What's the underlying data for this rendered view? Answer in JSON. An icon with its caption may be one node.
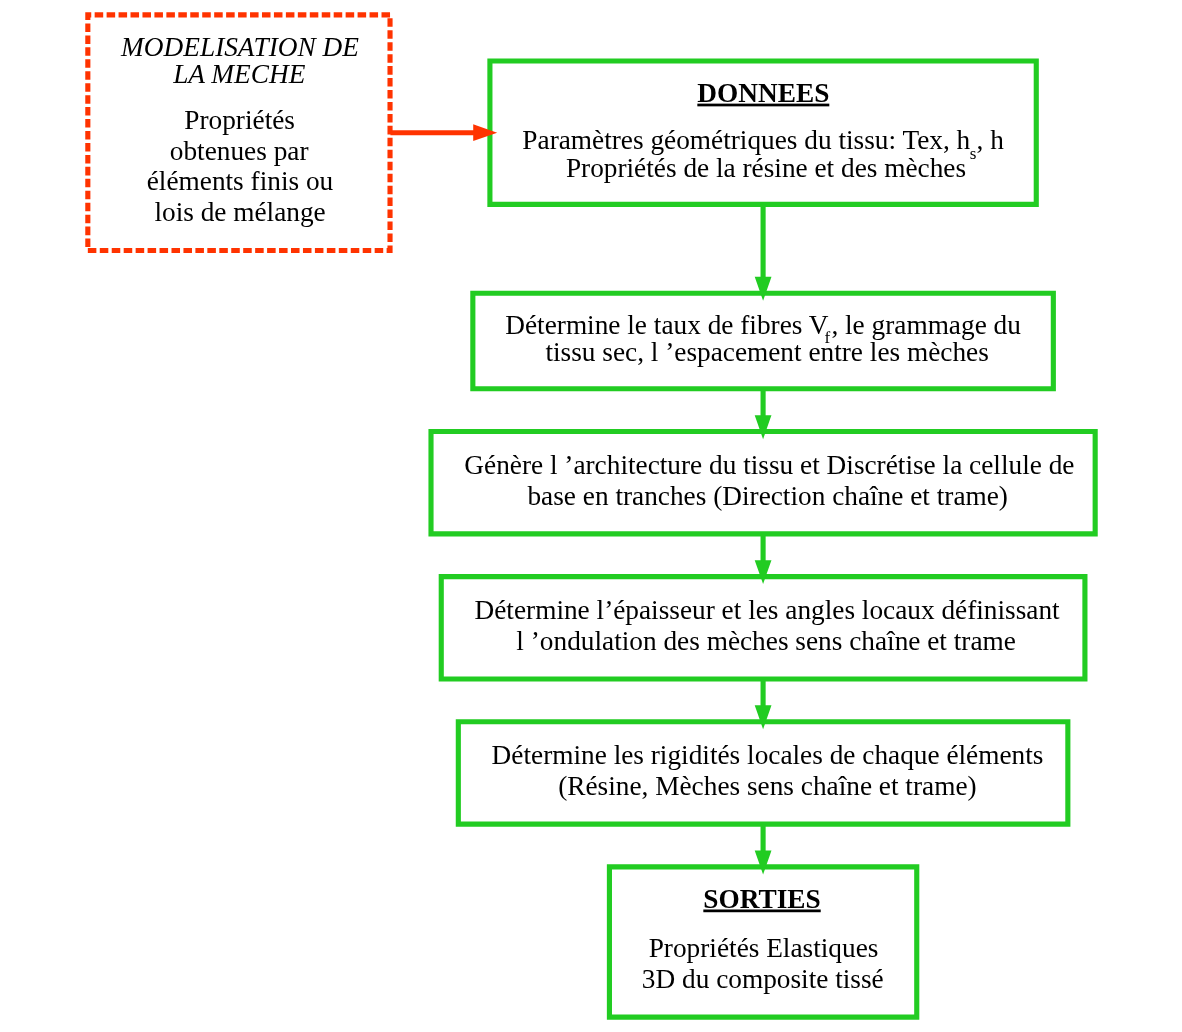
{
  "diagram": {
    "nodes": [
      {
        "text": [
          "DONNEES",
          "Paramètres géométriques du tissu: Tex, h$_{s}$, h Propriétés de la résine et des mèches"
        ]
      },
      {
        "text": [
          "Détermine le taux de fibres V$_{f}$, le grammage du tissu sec, l ’espacement entre les mèches"
        ]
      },
      {
        "text": [
          "Génère l ’architecture du tissu et Discrétise la cellule de base en tranches (Direction chaîne et trame)"
        ]
      },
      {
        "text": [
          "Détermine l’épaisseur et les angles locaux définissant l ’ondulation des mèches sens chaîne et trame"
        ]
      },
      {
        "text": [
          "Détermine les rigidités locales de chaque éléments (Résine, Mèches sens chaîne et trame)"
        ]
      },
      {
        "text": [
          "SORTIES",
          "Propriétés Elastiques 3D du composite tissé"
        ]
      },
      {
        "text": [
          "MODELISATION DE LA MECHE",
          "Propriétés obtenues par éléments finis ou lois de mélange"
        ]
      }
    ],
    "edges": [
      {
        "from": 0,
        "to": 1,
        "arrow": "to"
      },
      {
        "from": 1,
        "to": 2,
        "arrow": "to"
      },
      {
        "from": 2,
        "to": 3,
        "arrow": "to"
      },
      {
        "from": 3,
        "to": 4,
        "arrow": "to"
      },
      {
        "from": 4,
        "to": 5,
        "arrow": "to"
      },
      {
        "from": 6,
        "to": 0,
        "arrow": "to",
        "color": "#ff3300"
      }
    ]
  }
}
